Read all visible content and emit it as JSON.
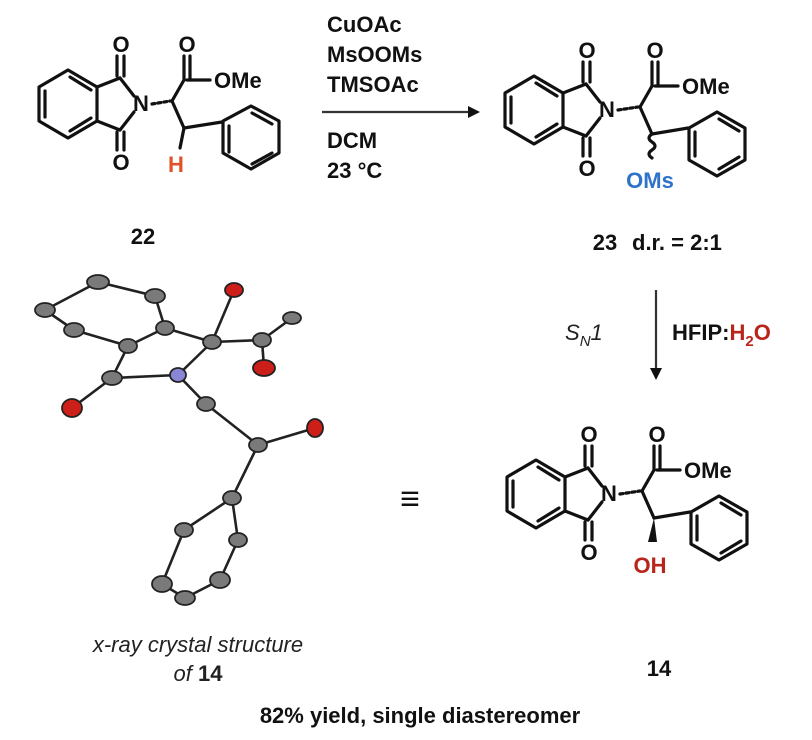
{
  "colors": {
    "text": "#111111",
    "highlight_h": "#e0522a",
    "highlight_oms": "#2f72c9",
    "highlight_oh": "#b8251b",
    "atom_carbon": "#7a7a7a",
    "atom_oxygen": "#cc1f1a",
    "atom_nitrogen": "#8a86d6"
  },
  "compound_22": {
    "label": "22",
    "atoms": {
      "carbonyl_o_top": "O",
      "carbonyl_o_bottom": "O",
      "nitrogen": "N",
      "ester_o": "O",
      "ester_ome": "OMe",
      "hydrogen": "H"
    }
  },
  "conditions": {
    "reagents": [
      "CuOAc",
      "MsOOMs",
      "TMSOAc"
    ],
    "solvent": "DCM",
    "temperature": "23 °C"
  },
  "compound_23": {
    "label": "23",
    "dr": "d.r. = 2:1",
    "atoms": {
      "carbonyl_o_top": "O",
      "carbonyl_o_bottom": "O",
      "nitrogen": "N",
      "ester_o": "O",
      "ester_ome": "OMe",
      "mesylate": "OMs"
    }
  },
  "step2": {
    "mechanism_s": "S",
    "mechanism_sub": "N",
    "mechanism_num": "1",
    "solvent_a": "HFIP:",
    "solvent_b": "H",
    "solvent_b_sub": "2",
    "solvent_c": "O"
  },
  "compound_14": {
    "label": "14",
    "atoms": {
      "carbonyl_o_top": "O",
      "carbonyl_o_bottom": "O",
      "nitrogen": "N",
      "ester_o": "O",
      "ester_ome": "OMe",
      "hydroxyl": "OH"
    }
  },
  "equivalence_symbol": "≡",
  "xray": {
    "caption_line1": "x-ray crystal structure",
    "caption_line2_prefix": "of ",
    "caption_line2_bold": "14"
  },
  "summary": "82% yield, single diastereomer"
}
